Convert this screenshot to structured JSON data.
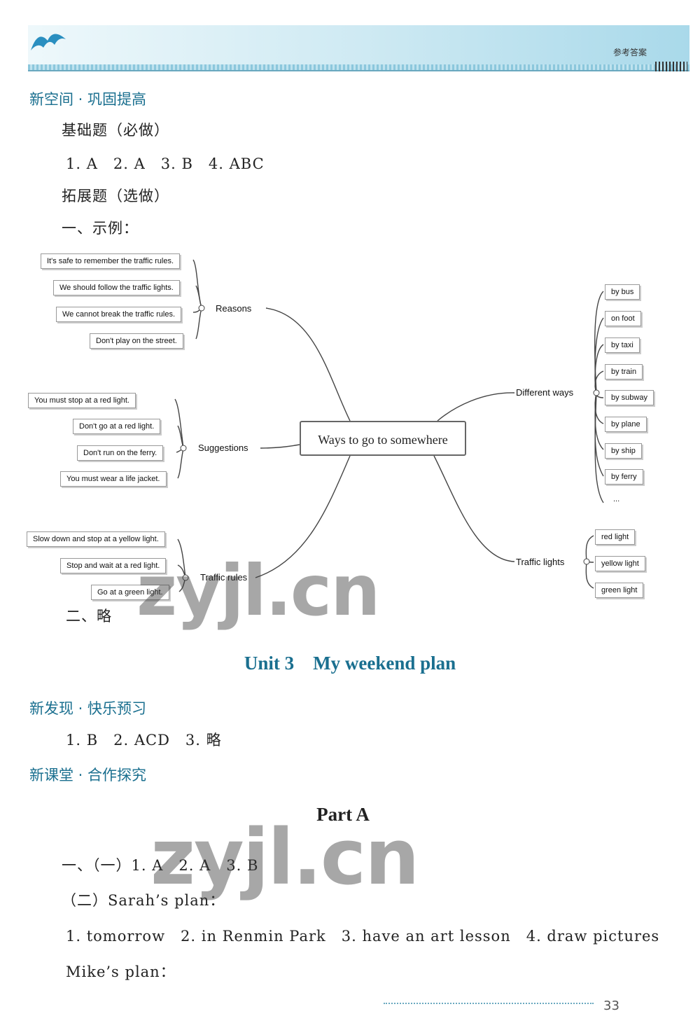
{
  "header": {
    "title": "参考答案"
  },
  "sections": {
    "s1": "新空间 · 巩固提高",
    "s2": "新发现 · 快乐预习",
    "s3": "新课堂 · 合作探究"
  },
  "lines": {
    "basic": "基础题（必做）",
    "basic_answers": "1. A　2. A　3. B　4. ABC",
    "extended": "拓展题（选做）",
    "one": "一、示例：",
    "two": "二、略",
    "preview_answers": "1. B　2. ACD　3. 略",
    "part_line1": "一、（一）1. A　2. A　3. B",
    "part_line2": "（二）Sarah’s plan：",
    "part_line3": "1. tomorrow　2. in Renmin Park　3. have an art lesson　4. draw pictures",
    "part_line4": "Mike’s plan："
  },
  "mindmap": {
    "center": "Ways to go to somewhere",
    "reasons": {
      "label": "Reasons",
      "items": [
        "It's safe to remember the traffic rules.",
        "We should follow the traffic lights.",
        "We cannot break the traffic rules.",
        "Don't play on the street."
      ]
    },
    "suggestions": {
      "label": "Suggestions",
      "items": [
        "You must stop at a red light.",
        "Don't go at a red light.",
        "Don't run on the ferry.",
        "You must wear a life jacket."
      ]
    },
    "rules": {
      "label": "Traffic rules",
      "items": [
        "Slow down and stop at a yellow light.",
        "Stop and wait at a red light.",
        "Go at a green light."
      ]
    },
    "ways": {
      "label": "Different ways",
      "items": [
        "by bus",
        "on foot",
        "by taxi",
        "by train",
        "by subway",
        "by plane",
        "by ship",
        "by ferry",
        "..."
      ]
    },
    "lights": {
      "label": "Traffic lights",
      "items": [
        "red light",
        "yellow light",
        "green light"
      ]
    }
  },
  "unit_title": "Unit 3　My weekend plan",
  "part_title": "Part A",
  "watermark": "zyjl.cn",
  "footer_page": "33"
}
